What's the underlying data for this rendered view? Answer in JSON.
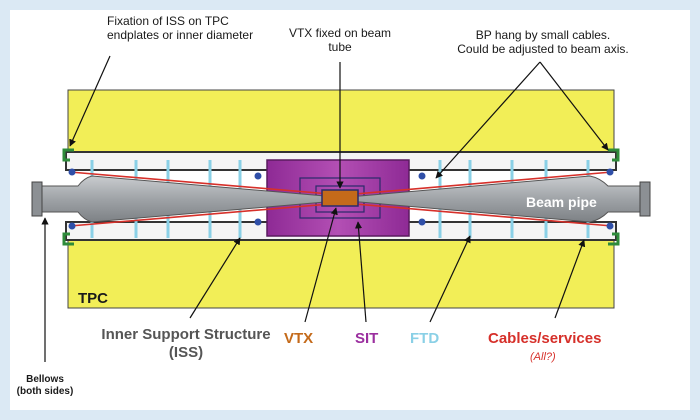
{
  "annotations": {
    "fixation": "Fixation of ISS on TPC endplates or inner diameter",
    "vtx_fixed": "VTX fixed on beam tube",
    "bp_hang_line1": "BP hang by small cables.",
    "bp_hang_line2": "Could be adjusted to beam axis.",
    "beam_pipe": "Beam pipe",
    "tpc": "TPC",
    "iss_line1": "Inner Support Structure",
    "iss_line2": "(ISS)",
    "vtx": "VTX",
    "sit": "SIT",
    "ftd": "FTD",
    "cables": "Cables/services",
    "cables_note": "(All?)",
    "bellows_line1": "Bellows",
    "bellows_line2": "(both sides)"
  },
  "colors": {
    "background": "#dbe9f4",
    "tpc_yellow": "#f2ee57",
    "sit_purple": "#9b2f9f",
    "vtx_orange": "#c46a1a",
    "ftd_cyan": "#8ad0e6",
    "cables_red": "#d6302a",
    "pipe_grey": "#a7aaae",
    "support_green": "#2e8b3a"
  }
}
